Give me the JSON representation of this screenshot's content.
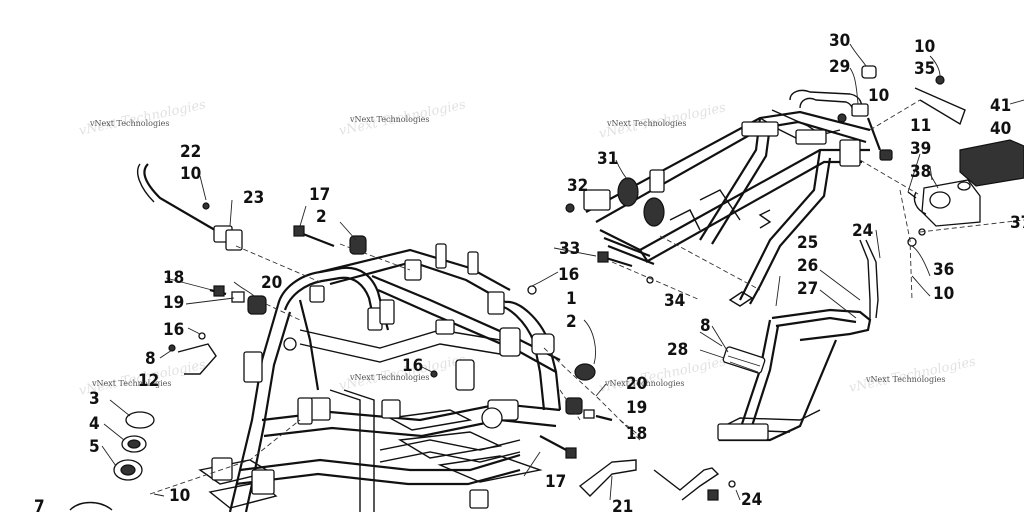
{
  "watermark": "vNext Technologies",
  "callouts": [
    "30",
    "29",
    "10",
    "10",
    "35",
    "41",
    "40",
    "11",
    "39",
    "38",
    "37",
    "36",
    "10",
    "24",
    "25",
    "26",
    "27",
    "8",
    "28",
    "31",
    "32",
    "33",
    "16",
    "1",
    "2",
    "34",
    "20",
    "19",
    "18",
    "17",
    "24",
    "21",
    "22",
    "10",
    "23",
    "17",
    "2",
    "18",
    "20",
    "19",
    "16",
    "8",
    "12",
    "3",
    "4",
    "5",
    "7",
    "10",
    "16"
  ]
}
